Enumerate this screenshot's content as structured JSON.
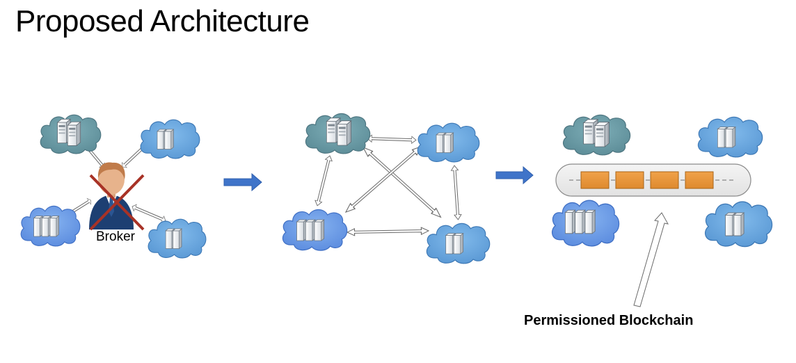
{
  "title": "Proposed Architecture",
  "labels": {
    "broker": "Broker",
    "blockchain": "Permissioned Blockchain"
  },
  "colors": {
    "cloud_teal": "#6f9da7",
    "cloud_blue": "#6aaae0",
    "cloud_deep_blue": "#6f9fe8",
    "flow_arrow": "#3f74c9",
    "block_orange": "#e8953a",
    "ledger_gray": "#ececec",
    "cross_red": "#a83226"
  },
  "icons": {
    "teal_cloud": "datacenter-cloud-icon",
    "blue_cloud": "server-cloud-icon",
    "broker": "broker-person-icon",
    "blocked": "cross-out-icon"
  }
}
